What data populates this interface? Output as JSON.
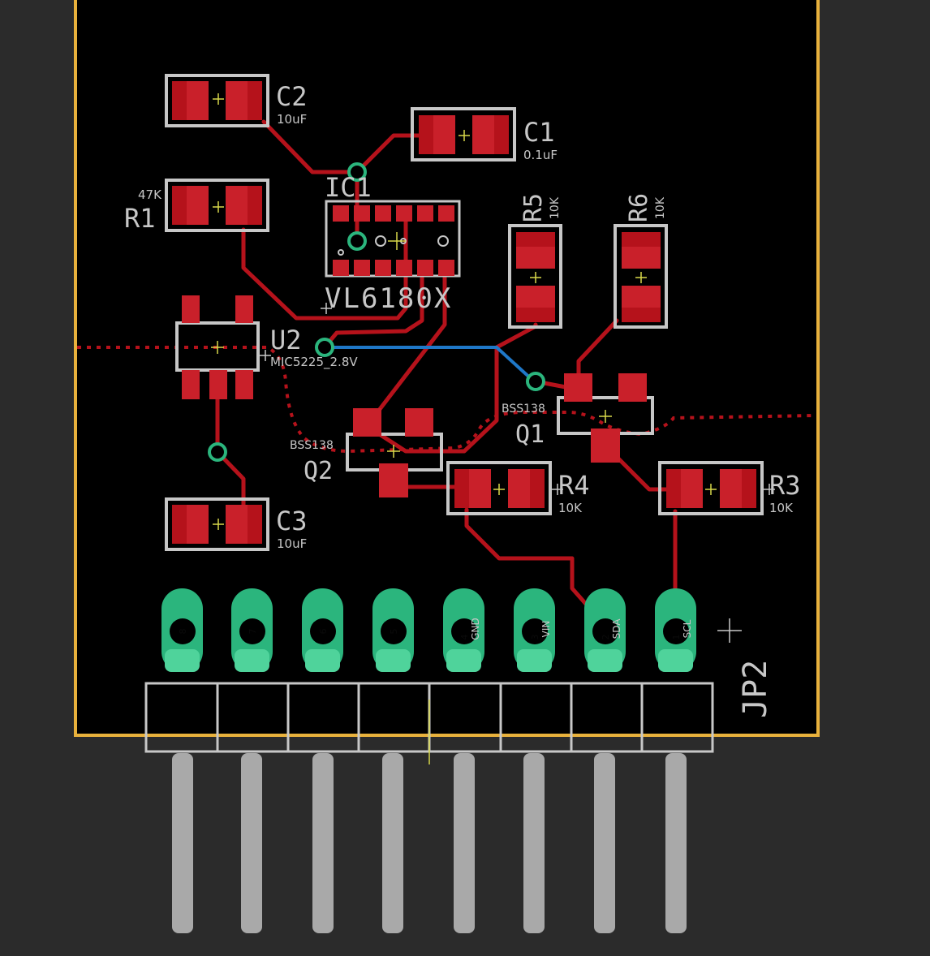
{
  "colors": {
    "background": "#2b2b2b",
    "board": "#000000",
    "outline": "#e8b13c",
    "top_copper": "#b5121b",
    "pad": "#c9202a",
    "bottom_copper": "#1f78c8",
    "via": "#2bb57d",
    "silkscreen": "#c7c7c7",
    "thru_pad": "#2bb57d",
    "pin_metal": "#a9a9a9"
  },
  "components": {
    "c1": {
      "name": "C1",
      "value": "0.1uF"
    },
    "c2": {
      "name": "C2",
      "value": "10uF"
    },
    "c3": {
      "name": "C3",
      "value": "10uF"
    },
    "r1": {
      "name": "R1",
      "value": "47K"
    },
    "r3": {
      "name": "R3",
      "value": "10K"
    },
    "r4": {
      "name": "R4",
      "value": "10K"
    },
    "r5": {
      "name": "R5",
      "value": "10K"
    },
    "r6": {
      "name": "R6",
      "value": "10K"
    },
    "ic1": {
      "name": "IC1",
      "value": "VL6180X"
    },
    "u2": {
      "name": "U2",
      "value": "MIC5225_2.8V"
    },
    "q1": {
      "name": "Q1",
      "value": "BSS138"
    },
    "q2": {
      "name": "Q2",
      "value": "BSS138"
    },
    "jp2": {
      "name": "JP2"
    }
  },
  "header_pins": [
    {
      "num": "8",
      "label": ""
    },
    {
      "num": "7",
      "label": ""
    },
    {
      "num": "6",
      "label": ""
    },
    {
      "num": "5",
      "label": ""
    },
    {
      "num": "4",
      "label": "GND"
    },
    {
      "num": "3",
      "label": "VIN"
    },
    {
      "num": "2",
      "label": "SDA"
    },
    {
      "num": "1",
      "label": "SCL"
    }
  ]
}
